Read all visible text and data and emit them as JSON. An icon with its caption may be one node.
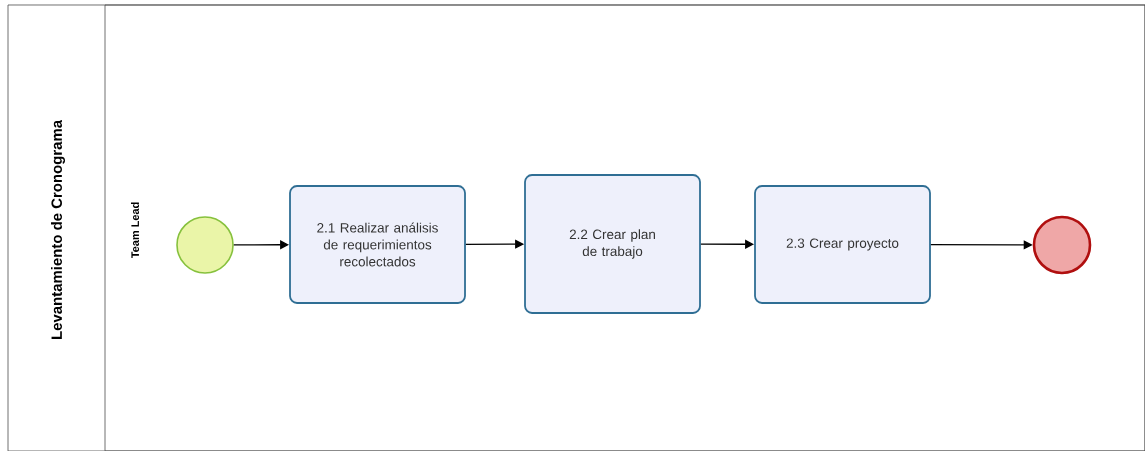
{
  "diagram": {
    "nodes": [
      {
        "text": [
          "Levantamiento de Cronograma"
        ]
      },
      {
        "text": [
          "Team Lead"
        ],
        "in": 0
      },
      {
        "text": [],
        "shape": "circle",
        "in": 1
      },
      {
        "text": [
          "2.1 Realizar análisis de requerimientos recolectados"
        ],
        "in": 1
      },
      {
        "text": [
          "2.2 Crear plan de trabajo"
        ],
        "in": 1
      },
      {
        "text": [
          "2.3 Crear proyecto"
        ],
        "in": 1
      },
      {
        "text": [],
        "shape": "circle",
        "in": 1
      }
    ],
    "edges": [
      {
        "from": 2,
        "to": 3,
        "arrow": "to"
      },
      {
        "from": 3,
        "to": 4,
        "arrow": "to"
      },
      {
        "from": 4,
        "to": 5,
        "arrow": "to"
      },
      {
        "from": 5,
        "to": 6,
        "arrow": "to"
      }
    ]
  }
}
